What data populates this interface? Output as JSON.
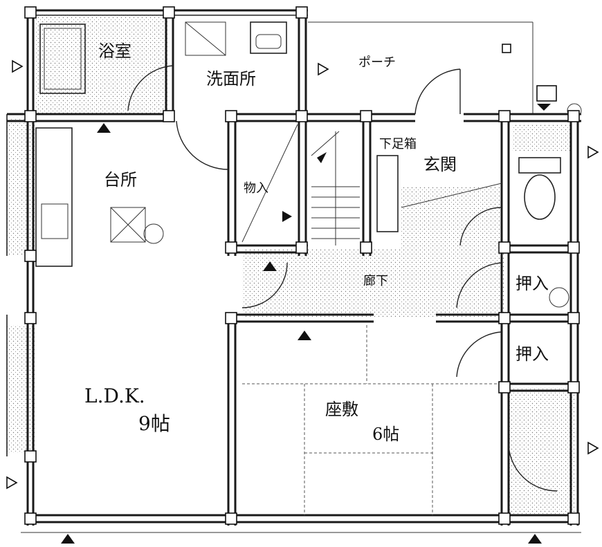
{
  "rooms": {
    "bath": "浴室",
    "washroom": "洗面所",
    "porch": "ポーチ",
    "kitchen": "台所",
    "storage_stairs": "物入",
    "shoe_box": "下足箱",
    "entrance": "玄関",
    "hallway": "廊下",
    "closet_upper": "押入",
    "closet_lower": "押入",
    "ldk_name": "L.D.K.",
    "ldk_size": "9帖",
    "zashiki_name": "座敷",
    "zashiki_size": "6帖"
  }
}
